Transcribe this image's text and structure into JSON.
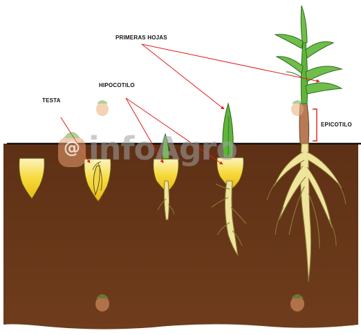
{
  "labels": {
    "primeras_hojas": "PRIMERAS HOJAS",
    "hipocotilo": "HIPOCOTILO",
    "testa": "TESTA",
    "epicotilo": "EPICOTILO"
  },
  "watermark": {
    "text": "infoAgro",
    "badge": "@"
  },
  "colors": {
    "soil": "#6b3a1c",
    "soil_dark": "#4a2410",
    "surface_line": "#111111",
    "seed_yellow": "#f2cf1e",
    "seed_light": "#fbeeb0",
    "root": "#efe49c",
    "root_outline": "#8a7a3a",
    "leaf_green": "#5fb53a",
    "leaf_dark": "#2f7a22",
    "stem_brown": "#b77a55",
    "arrow_red": "#e01a1a"
  }
}
